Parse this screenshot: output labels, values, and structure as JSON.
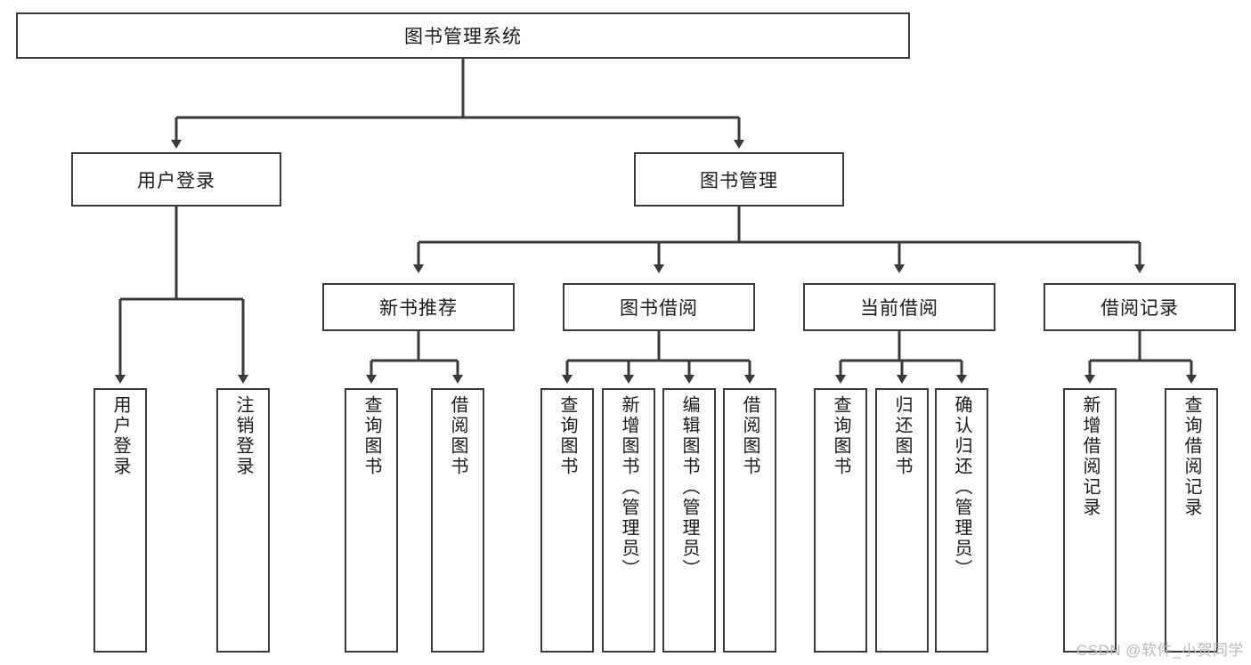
{
  "diagram": {
    "title": "图书管理系统",
    "watermark": "CSDN @软件_小贺同学",
    "stroke_color": "#3a3a3a",
    "background_color": "#ffffff",
    "root": {
      "label": "图书管理系统"
    },
    "level2": [
      {
        "label": "用户登录"
      },
      {
        "label": "图书管理"
      }
    ],
    "level3": [
      {
        "label": "新书推荐"
      },
      {
        "label": "图书借阅"
      },
      {
        "label": "当前借阅"
      },
      {
        "label": "借阅记录"
      }
    ],
    "leaves": {
      "user_login": [
        {
          "label": "用户登录"
        },
        {
          "label": "注销登录"
        }
      ],
      "new_book": [
        {
          "label": "查询图书"
        },
        {
          "label": "借阅图书"
        }
      ],
      "book_borrow": [
        {
          "label": "查询图书"
        },
        {
          "label": "新增图书（管理员）"
        },
        {
          "label": "编辑图书（管理员）"
        },
        {
          "label": "借阅图书"
        }
      ],
      "current_borrow": [
        {
          "label": "查询图书"
        },
        {
          "label": "归还图书"
        },
        {
          "label": "确认归还（管理员）"
        }
      ],
      "borrow_record": [
        {
          "label": "新增借阅记录"
        },
        {
          "label": "查询借阅记录"
        }
      ]
    }
  }
}
